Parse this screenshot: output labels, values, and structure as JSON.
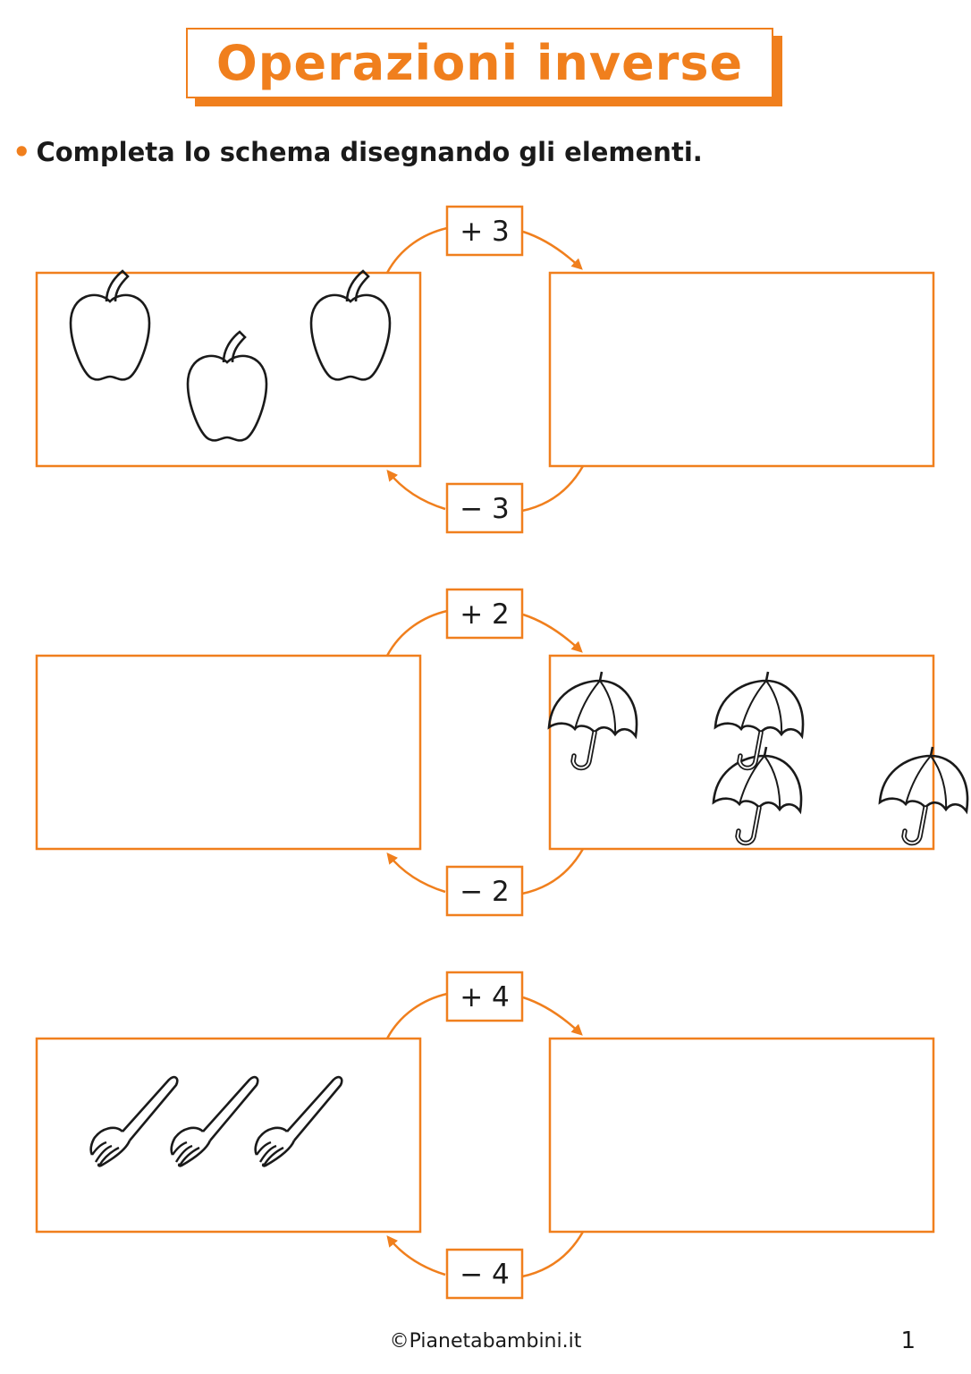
{
  "title": "Operazioni inverse",
  "instruction": "Completa lo schema disegnando gli elementi.",
  "exercises": [
    {
      "plus_label": "+ 3",
      "minus_label": "− 3",
      "left_items": "apple",
      "left_count": 3,
      "right_items": "",
      "right_count": 0
    },
    {
      "plus_label": "+ 2",
      "minus_label": "− 2",
      "left_items": "",
      "left_count": 0,
      "right_items": "umbrella",
      "right_count": 4
    },
    {
      "plus_label": "+ 4",
      "minus_label": "− 4",
      "left_items": "fork",
      "left_count": 3,
      "right_items": "",
      "right_count": 0
    }
  ],
  "footer": "©Pianetabambini.it",
  "page_number": "1",
  "colors": {
    "accent": "#f07f1d",
    "text": "#1a1a1a"
  }
}
